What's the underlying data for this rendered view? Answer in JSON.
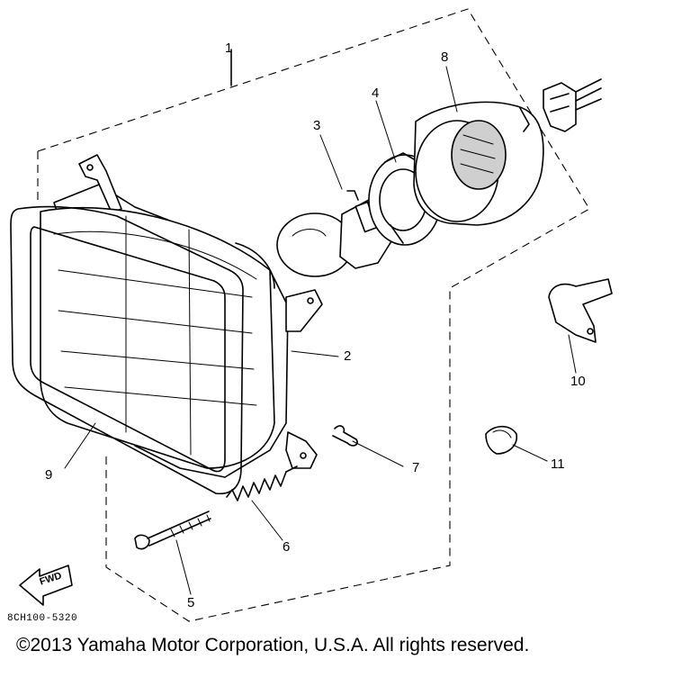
{
  "callouts": {
    "c1": "1",
    "c2": "2",
    "c3": "3",
    "c4": "4",
    "c5": "5",
    "c6": "6",
    "c7": "7",
    "c8": "8",
    "c9": "9",
    "c10": "10",
    "c11": "11"
  },
  "fwd_label": "FWD",
  "drawing_code": "8CH100-5320",
  "copyright": "©2013 Yamaha Motor Corporation, U.S.A. All rights reserved."
}
